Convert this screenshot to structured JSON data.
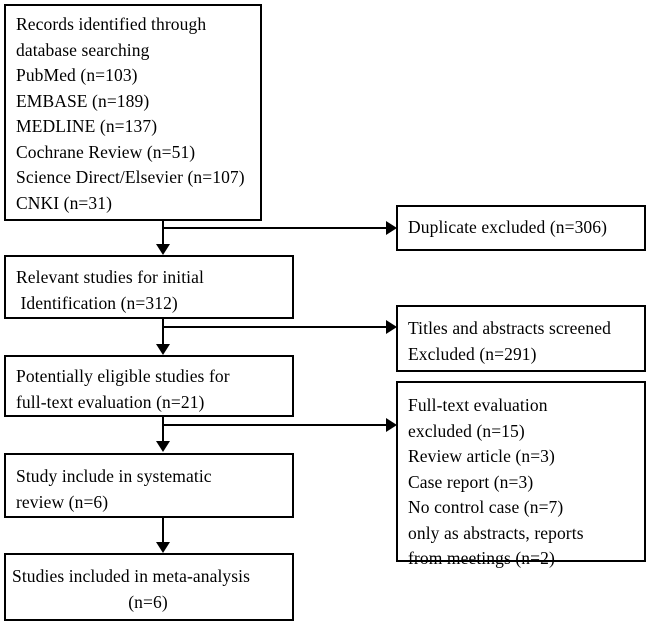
{
  "diagram": {
    "title": "PRISMA study selection flow diagram",
    "colors": {
      "background": "#ffffff",
      "border": "#000000",
      "text": "#000000",
      "connector": "#000000"
    },
    "boxes": {
      "records_identified": {
        "name": "records-identified-box",
        "lines": [
          "Records identified through",
          "database searching",
          "PubMed (n=103)",
          "EMBASE (n=189)",
          "MEDLINE (n=137)",
          "Cochrane Review (n=51)",
          "Science Direct/Elsevier (n=107)",
          "CNKI (n=31)"
        ]
      },
      "duplicate_excluded": {
        "name": "duplicate-excluded-box",
        "lines": [
          "Duplicate excluded (n=306)"
        ]
      },
      "relevant_studies": {
        "name": "relevant-studies-box",
        "lines": [
          "Relevant studies for initial",
          " Identification (n=312)"
        ]
      },
      "titles_abstracts_screened": {
        "name": "titles-abstracts-screened-box",
        "lines": [
          "Titles and abstracts screened",
          "Excluded (n=291)"
        ]
      },
      "potentially_eligible": {
        "name": "potentially-eligible-box",
        "lines": [
          "Potentially eligible studies for",
          "full-text evaluation (n=21)"
        ]
      },
      "fulltext_excluded": {
        "name": "fulltext-excluded-box",
        "lines": [
          "Full-text evaluation",
          "excluded (n=15)",
          "Review article (n=3)",
          "Case report (n=3)",
          "No control case (n=7)",
          "only as abstracts, reports",
          "from meetings (n=2)"
        ]
      },
      "systematic_review": {
        "name": "systematic-review-box",
        "lines": [
          "Study include in systematic",
          "review (n=6)"
        ]
      },
      "meta_analysis": {
        "name": "meta-analysis-box",
        "lines": [
          "Studies included in meta-analysis",
          "(n=6)"
        ]
      }
    }
  }
}
